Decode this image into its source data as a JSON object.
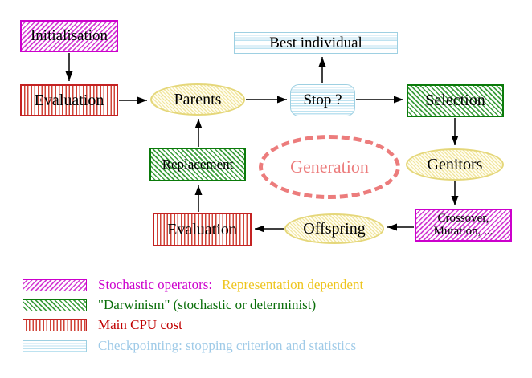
{
  "nodes": {
    "initialisation": "Initialisation",
    "evaluation_top": "Evaluation",
    "parents": "Parents",
    "best_individual": "Best individual",
    "stop": "Stop ?",
    "selection": "Selection",
    "replacement": "Replacement",
    "generation": "Generation",
    "genitors": "Genitors",
    "crossover_line1": "Crossover,",
    "crossover_line2": "Mutation, ...",
    "offspring": "Offspring",
    "evaluation_bottom": "Evaluation"
  },
  "legend": {
    "stochastic_label": "Stochastic operators:",
    "stochastic_note": "Representation dependent",
    "darwinism_label": "\"Darwinism\" (stochastic or determinist)",
    "cpu_label": "Main CPU cost",
    "checkpointing_label": "Checkpointing: stopping criterion and statistics"
  },
  "colors": {
    "stochastic_magenta": "#cc00cc",
    "darwinism_green": "#0a7a0a",
    "cpu_red": "#c42222",
    "checkpoint_cyan": "#9ed0e2",
    "ellipse_yellow": "#e5d77a",
    "generation_salmon": "#ec7c7c",
    "representation_gold": "#eec51e",
    "node_text": "#000000"
  }
}
